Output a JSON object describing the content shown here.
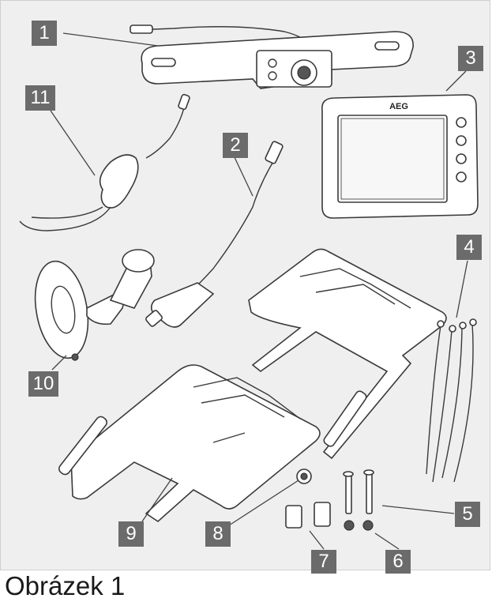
{
  "callouts": [
    "1",
    "2",
    "3",
    "4",
    "5",
    "6",
    "7",
    "8",
    "9",
    "10",
    "11"
  ],
  "monitor_brand": "AEG",
  "caption": "Obrázek 1",
  "colors": {
    "badge": "#6b6b6b",
    "background": "#efefef"
  }
}
